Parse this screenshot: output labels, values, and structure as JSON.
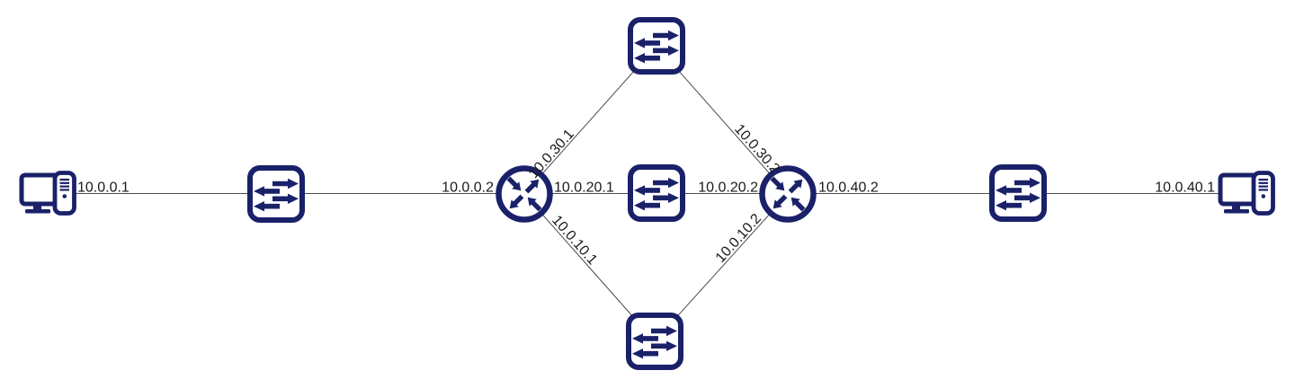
{
  "diagram": {
    "type": "network-topology",
    "colors": {
      "icon": "#1A2169",
      "line": "#4D4D4D",
      "text": "#1A1A1A",
      "background": "#FFFFFF"
    },
    "nodes": [
      {
        "id": "pc-left",
        "type": "pc",
        "icon": "computer-icon"
      },
      {
        "id": "switch-left",
        "type": "switch",
        "icon": "switch-icon"
      },
      {
        "id": "router-left",
        "type": "router",
        "icon": "router-icon"
      },
      {
        "id": "switch-top",
        "type": "switch",
        "icon": "switch-icon"
      },
      {
        "id": "switch-middle",
        "type": "switch",
        "icon": "switch-icon"
      },
      {
        "id": "switch-bottom",
        "type": "switch",
        "icon": "switch-icon"
      },
      {
        "id": "router-right",
        "type": "router",
        "icon": "router-icon"
      },
      {
        "id": "switch-right",
        "type": "switch",
        "icon": "switch-icon"
      },
      {
        "id": "pc-right",
        "type": "pc",
        "icon": "computer-icon"
      }
    ],
    "links": [
      {
        "from": "pc-left",
        "to": "switch-left",
        "label": "10.0.0.1"
      },
      {
        "from": "switch-left",
        "to": "router-left",
        "label": "10.0.0.2"
      },
      {
        "from": "router-left",
        "to": "switch-middle",
        "label": "10.0.20.1"
      },
      {
        "from": "switch-middle",
        "to": "router-right",
        "label": "10.0.20.2"
      },
      {
        "from": "router-right",
        "to": "switch-right",
        "label": "10.0.40.2"
      },
      {
        "from": "switch-right",
        "to": "pc-right",
        "label": "10.0.40.1"
      },
      {
        "from": "router-left",
        "to": "switch-top",
        "label": "10.0.30.1"
      },
      {
        "from": "switch-top",
        "to": "router-right",
        "label": "10.0.30.2"
      },
      {
        "from": "router-left",
        "to": "switch-bottom",
        "label": "10.0.10.1"
      },
      {
        "from": "switch-bottom",
        "to": "router-right",
        "label": "10.0.10.2"
      }
    ]
  }
}
